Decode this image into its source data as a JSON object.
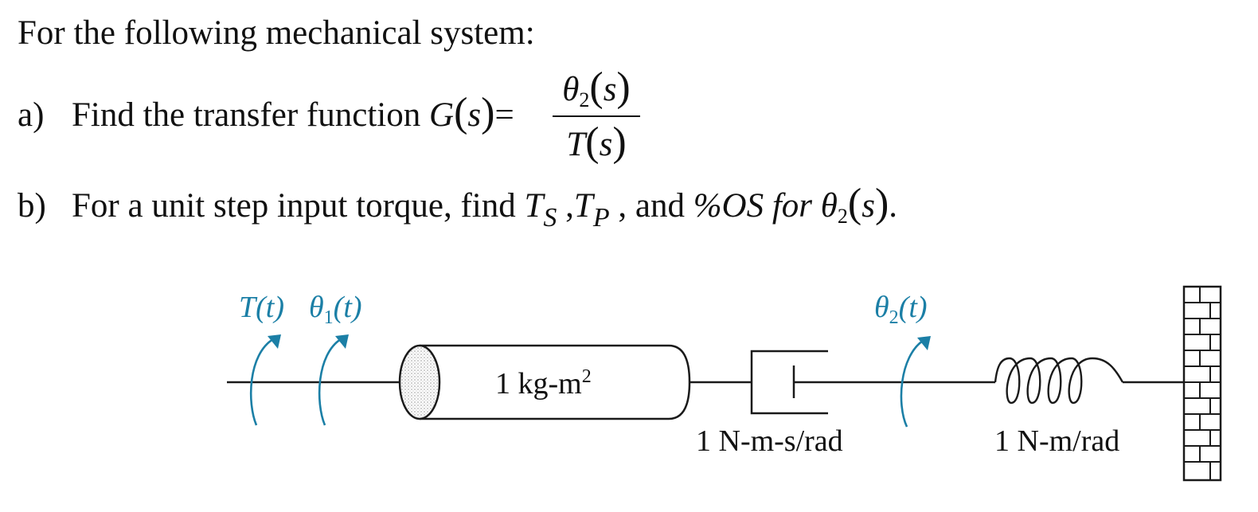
{
  "intro": "For the following mechanical system:",
  "part_a": {
    "label": "a)",
    "text": "Find the transfer function",
    "lhs_func": "G",
    "lhs_arg": "s",
    "equals": "=",
    "numerator_sym": "θ",
    "numerator_sub": "2",
    "numerator_arg": "s",
    "denominator_sym": "T",
    "denominator_arg": "s"
  },
  "part_b": {
    "label": "b)",
    "text": "For a unit step input torque, find",
    "ts": "T",
    "ts_sub": "S",
    "comma1": " ,",
    "tp": "T",
    "tp_sub": "P",
    "comma2": " , and ",
    "os": "%OS",
    "for_word": " for ",
    "theta": "θ",
    "theta_sub": "2",
    "theta_arg": "s",
    "period": "."
  },
  "diagram": {
    "torque_label": "T(t)",
    "theta1_label": "θ",
    "theta1_sub": "1",
    "theta1_arg": "(t)",
    "theta2_label": "θ",
    "theta2_sub": "2",
    "theta2_arg": "(t)",
    "inertia_label": "1 kg-m",
    "inertia_sup": "2",
    "damper_label": "1 N-m-s/rad",
    "spring_label": "1 N-m/rad",
    "accent_color": "#1b7fa6"
  }
}
